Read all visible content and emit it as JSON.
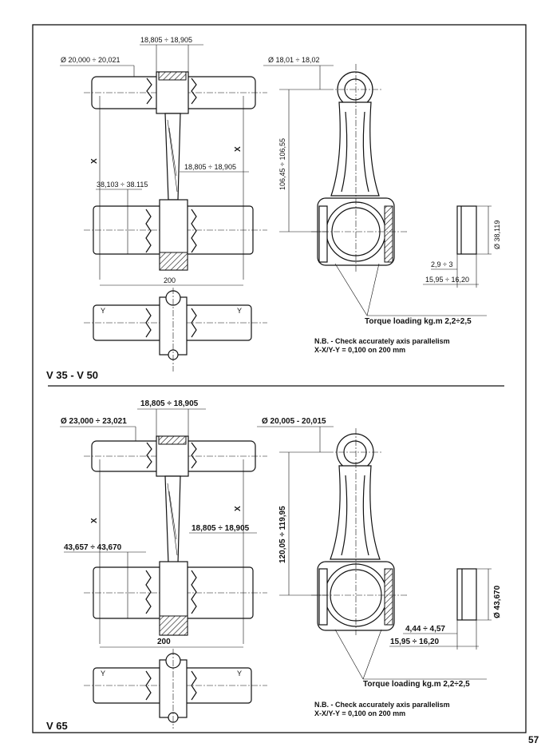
{
  "page_number": "57",
  "sections": [
    {
      "title": "V 35 - V 50",
      "pin_width": "18,805 ÷ 18,905",
      "small_end_bore": "Ø 20,000 ÷ 20,021",
      "rod_small_end_diameter": "Ø 18,01 ÷ 18,02",
      "mid_width": "18,805 ÷ 18,905",
      "big_end_bore": "38,103 ÷ 38.115",
      "center_distance": "106,45 ÷ 106,55",
      "length": "200",
      "bearing_diameter": "Ø 38,119",
      "bearing_thickness": "2,9 ÷ 3",
      "bearing_width": "15,95 ÷ 16,20",
      "torque": "Torque loading kg.m 2,2÷2,5",
      "note_line1": "N.B. - Check accurately axis parallelism",
      "note_line2": "X-X/Y-Y = 0,100 on 200 mm",
      "x_mark": "X",
      "y_mark": "Y"
    },
    {
      "title": "V 65",
      "pin_width": "18,805 ÷ 18,905",
      "small_end_bore": "Ø 23,000 ÷ 23,021",
      "rod_small_end_diameter": "Ø 20,005 - 20,015",
      "mid_width": "18,805 ÷ 18,905",
      "big_end_bore": "43,657 ÷ 43,670",
      "center_distance": "120,05 ÷ 119,95",
      "length": "200",
      "bearing_diameter": "Ø 43,670",
      "bearing_thickness": "4,44 ÷ 4,57",
      "bearing_width": "15,95 ÷ 16,20",
      "torque": "Torque loading kg.m 2,2÷2,5",
      "note_line1": "N.B. - Check accurately axis parallelism",
      "note_line2": "X-X/Y-Y = 0,100 on 200 mm",
      "x_mark": "X",
      "y_mark": "Y"
    }
  ]
}
